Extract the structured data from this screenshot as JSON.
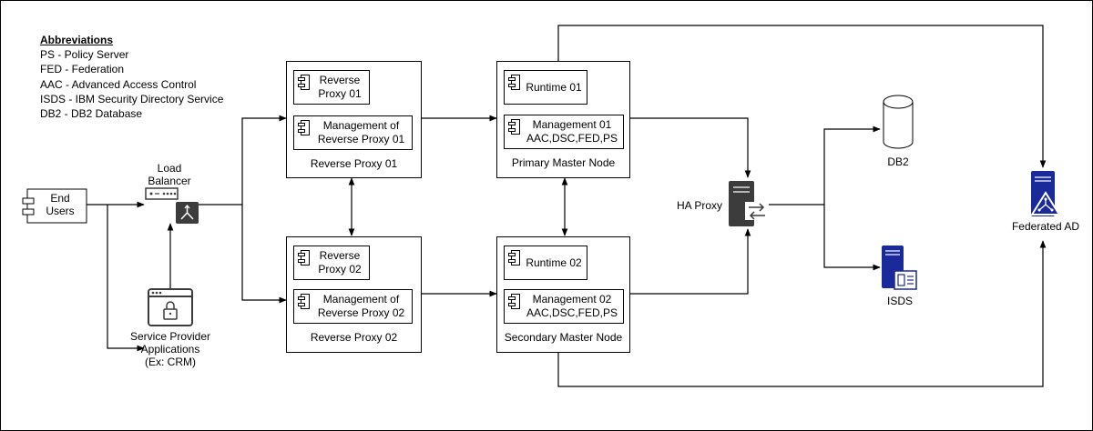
{
  "abbreviations": {
    "heading": "Abbreviations",
    "items": [
      "PS - Policy Server",
      "FED - Federation",
      "AAC - Advanced Access Control",
      "ISDS - IBM Security Directory Service",
      "DB2 - DB2 Database"
    ]
  },
  "end_users": {
    "line1": "End",
    "line2": "Users"
  },
  "load_balancer": {
    "line1": "Load",
    "line2": "Balancer"
  },
  "service_provider": {
    "line1": "Service Provider",
    "line2": "Applications",
    "line3": "(Ex: CRM)"
  },
  "rp1": {
    "caption": "Reverse Proxy 01",
    "top_line1": "Reverse",
    "top_line2": "Proxy 01",
    "mgmt_line1": "Management of",
    "mgmt_line2": "Reverse Proxy 01"
  },
  "rp2": {
    "caption": "Reverse Proxy 02",
    "top_line1": "Reverse",
    "top_line2": "Proxy 02",
    "mgmt_line1": "Management of",
    "mgmt_line2": "Reverse Proxy 02"
  },
  "primary": {
    "caption": "Primary Master Node",
    "runtime": "Runtime 01",
    "mgmt_line1": "Management 01",
    "mgmt_line2": "AAC,DSC,FED,PS"
  },
  "secondary": {
    "caption": "Secondary Master Node",
    "runtime": "Runtime 02",
    "mgmt_line1": "Management 02",
    "mgmt_line2": "AAC,DSC,FED,PS"
  },
  "ha_proxy": {
    "label": "HA Proxy"
  },
  "db2": {
    "label": "DB2"
  },
  "isds": {
    "label": "ISDS"
  },
  "federated_ad": {
    "label": "Federated AD"
  },
  "colors": {
    "line": "#000000",
    "server_blue": "#1a2a9a",
    "server_gray": "#3c3c3c"
  }
}
